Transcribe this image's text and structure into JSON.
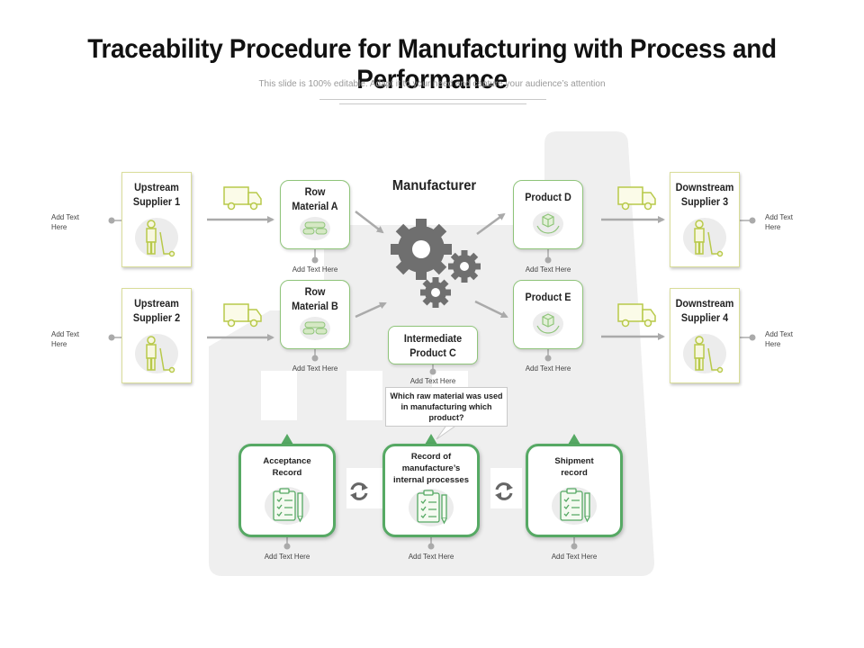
{
  "title": "Traceability Procedure for Manufacturing with Process and Performance",
  "subtitle": "This slide is 100% editable. Adapt it to your need and capture your audience’s attention",
  "manufacturer_label": "Manufacturer",
  "placeholder_text": "Add Text Here",
  "placeholder_line1": "Add Text",
  "placeholder_line2": "Here",
  "suppliers": [
    {
      "line1": "Upstream",
      "line2": "Supplier 1"
    },
    {
      "line1": "Upstream",
      "line2": "Supplier 2"
    },
    {
      "line1": "Downstream",
      "line2": "Supplier 3"
    },
    {
      "line1": "Downstream",
      "line2": "Supplier 4"
    }
  ],
  "materials": [
    {
      "line1": "Row",
      "line2": "Material  A"
    },
    {
      "line1": "Row",
      "line2": "Material  B"
    }
  ],
  "products": [
    {
      "label": "Product D"
    },
    {
      "label": "Product E"
    }
  ],
  "intermediate": {
    "line1": "Intermediate",
    "line2": "Product C"
  },
  "question": {
    "line1": "Which raw material was used",
    "line2": "in manufacturing which",
    "line3": "product?"
  },
  "records": [
    {
      "line1": "Acceptance",
      "line2": "Record",
      "line3": ""
    },
    {
      "line1": "Record of",
      "line2": "manufacture’s",
      "line3": "internal processes"
    },
    {
      "line1": "Shipment",
      "line2": "record",
      "line3": ""
    }
  ],
  "colors": {
    "supplier_border": "#d9dd9a",
    "material_border": "#8fc47a",
    "record_border": "#56a964",
    "icon_green": "#b8c94a",
    "gear_gray": "#6f6f6f",
    "arrow_gray": "#aaaaaa",
    "factory_bg": "#efefef"
  }
}
